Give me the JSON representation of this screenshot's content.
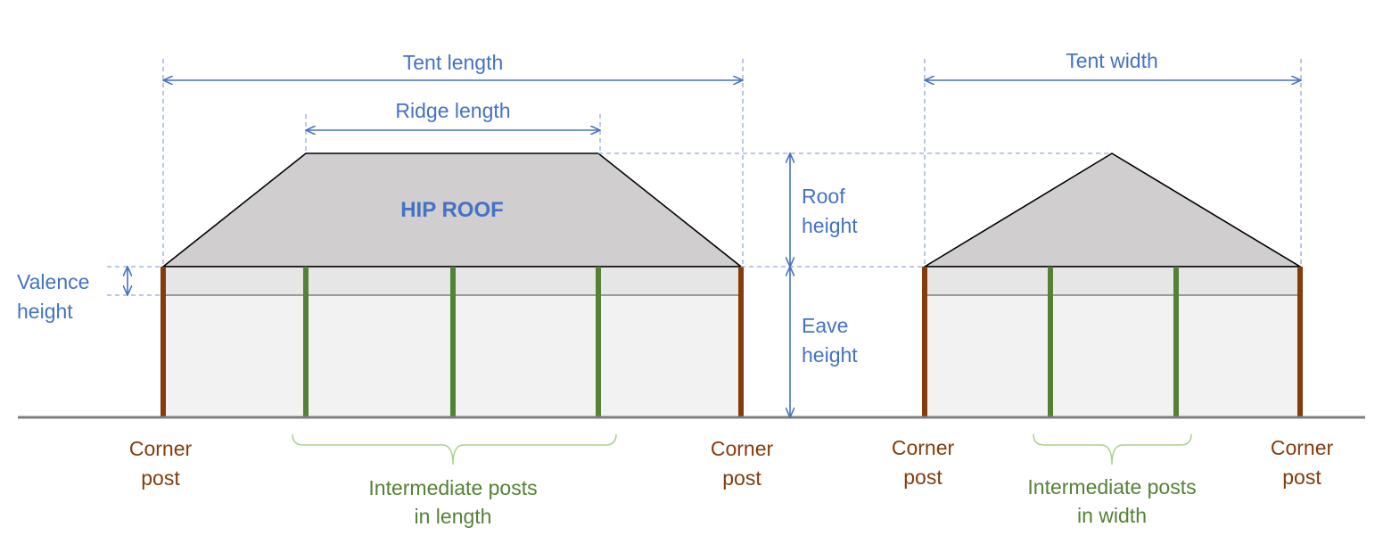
{
  "labels": {
    "tent_length": "Tent length",
    "ridge_length": "Ridge length",
    "tent_width": "Tent width",
    "hip_roof": "HIP ROOF",
    "roof_height_1": "Roof",
    "roof_height_2": "height",
    "eave_height_1": "Eave",
    "eave_height_2": "height",
    "valence_height_1": "Valence",
    "valence_height_2": "height",
    "corner_post_1": "Corner",
    "corner_post_2": "post",
    "intermediate_length_1": "Intermediate posts",
    "intermediate_length_2": "in length",
    "intermediate_width_1": "Intermediate posts",
    "intermediate_width_2": "in width"
  },
  "colors": {
    "dimension": "#4472c4",
    "corner_post": "#843c0c",
    "intermediate_post": "#548235",
    "roof_fill": "#d0cece",
    "wall_fill": "#f2f2f2",
    "valence_fill": "#e7e6e6",
    "ground": "#7f7f7f"
  }
}
